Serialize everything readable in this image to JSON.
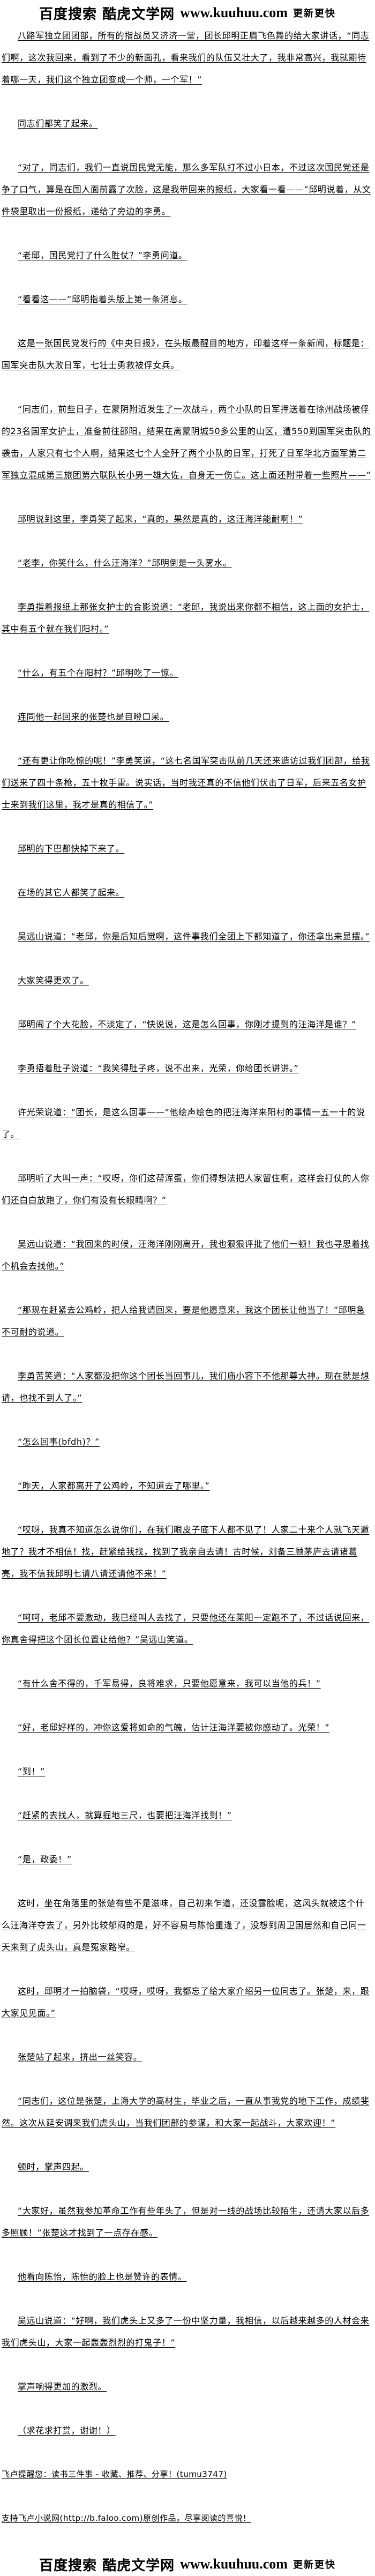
{
  "banner": {
    "search": "百度搜索",
    "site_name": "酷虎文学网",
    "url": "www.kuuhuu.com",
    "slogan": "更新更快"
  },
  "paragraphs": [
    "八路军独立团团部，所有的指战员又济济一堂，团长邱明正眉飞色舞的给大家讲话，“同志们啊，这次我回来，看到了不少的新面孔，看来我们的队伍又壮大了，我非常高兴，我就期待着哪一天，我们这个独立团变成一个师，一个军！”",
    "同志们都笑了起来。",
    "“对了，同志们，我们一直说国民党无能，那么多军队打不过小日本，不过这次国民党还是争了口气，算是在国人面前露了次脸，这是我带回来的报纸，大家看一看——”邱明说着，从文件袋里取出一份报纸，递给了旁边的李勇。",
    "“老邱，国民党打了什么胜仗？”李勇问道。",
    "“看看这——”邱明指着头版上第一条消息。",
    "这是一张国民党发行的《中央日报》，在头版最醒目的地方，印着这样一条新闻，标题是：国军突击队大败日军，七壮士勇救被俘女兵。",
    "“同志们，前些日子，在蒙阴附近发生了一次战斗，两个小队的日军押送着在徐州战场被俘的23名国军女护士，准备前往邵阳，结果在离蒙阴城50多公里的山区，遭550到国军突击队的袭击，人家只有七个人啊，结果这七个人全歼了两个小队的日军，打死了日军华北方面军第二军独立混成第三旅团第六联队长小男一雄大佐，自身无一伤亡。这上面还附带着一些照片——”",
    "邱明说到这里，李勇笑了起来，“真的，果然是真的，这汪海洋能耐啊！”",
    "“老李，你笑什么，什么汪海洋？”邱明倒是一头雾水。",
    "李勇指着报纸上那张女护士的合影说道：“老邱，我说出来你都不相信，这上面的女护士，其中有五个就在我们阳村。”",
    "“什么，有五个在阳村？”邱明吃了一惊。",
    "连同他一起回来的张楚也是目瞪口呆。",
    "“还有更让你吃惊的呢！”李勇笑道，“这七名国军突击队前几天还来造访过我们团部，给我们送来了四十条枪，五十枚手雷。说实话，当时我还真的不信他们伏击了日军，后来五名女护士来到我们这里，我才是真的相信了。”",
    "邱明的下巴都快掉下来了。",
    "在场的其它人都笑了起来。",
    "吴远山说道：“老邱，你是后知后觉啊，这件事我们全团上下都知道了，你还拿出来显摆。”",
    "大家笑得更欢了。",
    "邱明闹了个大花脸，不淡定了，“快说说，这是怎么回事，你刚才提到的汪海洋是谁？”",
    "李勇捂着肚子说道：“我笑得肚子疼，说不出来，光荣，你给团长讲讲。”",
    "许光荣说道：“团长，是这么回事——”他绘声绘色的把汪海洋来阳村的事情一五一十的说了。",
    "邱明听了大叫一声：“哎呀，你们这帮浑蛋，你们得想法把人家留住啊，这样会打仗的人你们还白白放跑了，你们有没有长眼睛啊？”",
    "吴远山说道：“我回来的时候，汪海洋刚刚离开，我也狠狠评批了他们一顿！我也寻思着找个机会去找他。”",
    "“那现在赶紧去公鸡岭，把人给我请回来，要是他愿意来，我这个团长让他当了！”邱明急不可耐的说道。",
    "李勇苦笑道：“人家都没把你这个团长当回事儿，我们庙小容下不他那尊大神。现在就是想请，也找不到人了。”",
    "“怎么回事(bfdh)？”",
    "“昨天，人家都离开了公鸡岭，不知道去了哪里。”",
    "“哎呀，我真不知道怎么说你们，在我们眼皮子底下人都不见了！人家二十来个人就飞天遁地了？我才不相信！找，赶紧给我找，找到了我亲自去请！古时候，刘备三顾茅庐去请诸葛亮，我不信我邱明七请八请还请他不来！”",
    "“呵呵，老邱不要激动，我已经叫人去找了，只要他还在莱阳一定跑不了，不过话说回来，你真舍得把这个团长位置让给他？”吴远山笑道。",
    "“有什么舍不得的，千军易得，良将难求，只要他愿意来，我可以当他的兵！”",
    "“好，老邱好样的，冲你这爱将如命的气魄，估计汪海洋要被你感动了。光荣！”",
    "“到！”",
    "“赶紧的去找人，就算掘地三尺，也要把汪海洋找到！”",
    "“是，政委！”",
    "这时，坐在角落里的张楚有些不是滋味，自己初来乍道，还没露脸呢，这风头就被这个什么汪海洋夺去了，另外比较郁闷的是，好不容易与陈怡重逢了，没想到周卫国居然和自己同一天来到了虎头山，真是冤家路窄。",
    "这时，邱明才一拍脑袋，“哎呀，哎呀，我都忘了给大家介绍另一位同志了。张楚，来，跟大家见见面。”",
    "张楚站了起来，挤出一丝笑容。",
    "“同志们，这位是张楚，上海大学的高材生，毕业之后，一直从事我党的地下工作，成绩斐然。这次从延安调来我们虎头山，当我们团部的参谋，和大家一起战斗，大家欢迎！”",
    "顿时，掌声四起。",
    "“大家好，虽然我参加革命工作有些年头了，但是对一线的战场比较陌生，还请大家以后多多照顾！”张楚这才找到了一点存在感。",
    "他看向陈怡，陈怡的脸上也是赞许的表情。",
    "吴远山说道：“好啊，我们虎头上又多了一份中坚力量，我相信，以后越来越多的人材会来我们虎头山，大家一起轰轰烈烈的打鬼子！”",
    "掌声响得更加的激烈。",
    "（求花求打赏，谢谢！）"
  ],
  "notes": {
    "reminder": "飞卢提醒您：读书三件事 - 收藏、推荐、分享！(tumu3747)",
    "support": "支持飞卢小说网(http://b.faloo.com)原创作品，尽享阅读的喜悦！"
  }
}
